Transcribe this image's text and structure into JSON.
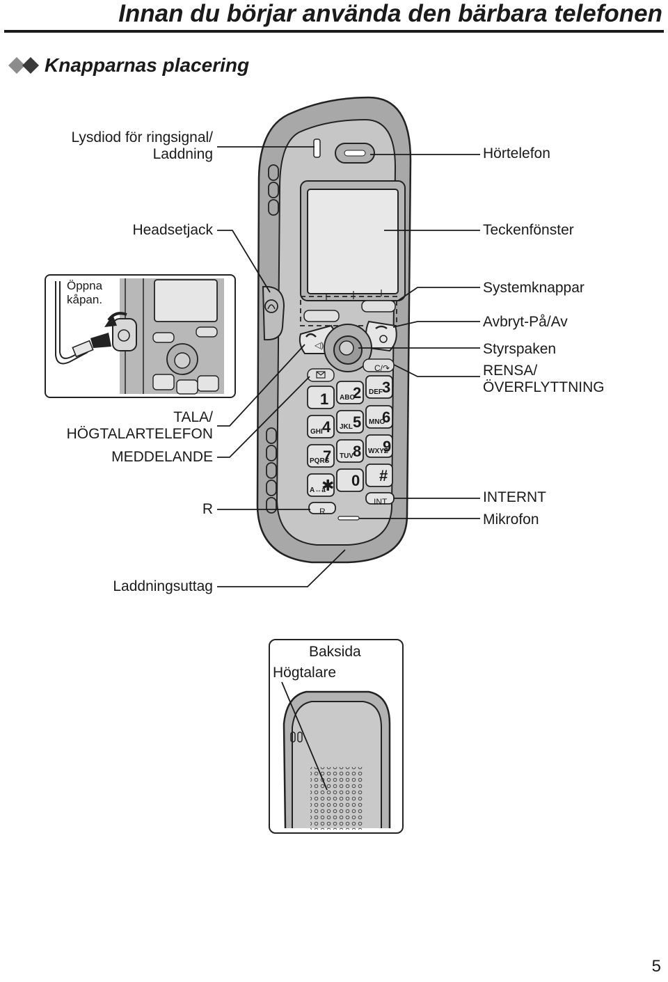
{
  "header": {
    "title": "Innan du börjar använda den bärbara telefonen",
    "section": "Knapparnas placering"
  },
  "labels": {
    "led_line1": "Lysdiod för ringsignal/",
    "led_line2": "Laddning",
    "receiver": "Hörtelefon",
    "headset_jack": "Headsetjack",
    "display": "Teckenfönster",
    "open_cover_line1": "Öppna",
    "open_cover_line2": "kåpan.",
    "soft_keys": "Systemknappar",
    "off_power": "Avbryt-På/Av",
    "joystick": "Styrspaken",
    "clear_line1": "RENSA/",
    "clear_line2": "ÖVERFLYTTNING",
    "talk_line1": "TALA/",
    "talk_line2": "HÖGTALARTELEFON",
    "message": "MEDDELANDE",
    "r_key": "R",
    "intercom": "INTERNT",
    "microphone": "Mikrofon",
    "charge_contacts": "Laddningsuttag",
    "back_title": "Baksida",
    "speaker": "Högtalare"
  },
  "keypad": {
    "keys": [
      {
        "digit": "1",
        "letters": ""
      },
      {
        "digit": "2",
        "letters": "ABC"
      },
      {
        "digit": "3",
        "letters": "DEF"
      },
      {
        "digit": "4",
        "letters": "GHI"
      },
      {
        "digit": "5",
        "letters": "JKL"
      },
      {
        "digit": "6",
        "letters": "MNO"
      },
      {
        "digit": "7",
        "letters": "PQRS"
      },
      {
        "digit": "8",
        "letters": "TUV"
      },
      {
        "digit": "9",
        "letters": "WXYZ"
      },
      {
        "digit": "✱",
        "letters": "A↔a"
      },
      {
        "digit": "0",
        "letters": ""
      },
      {
        "digit": "#",
        "letters": ""
      }
    ],
    "r_key": "R",
    "int_key": "INT",
    "clear_key": "C/↷"
  },
  "icons": {
    "section_marker": "diamond-pair-icon",
    "talk": "handset-speaker-icon",
    "off": "hangup-power-icon",
    "message": "envelope-icon",
    "headset": "headset-icon"
  },
  "page_number": "5"
}
